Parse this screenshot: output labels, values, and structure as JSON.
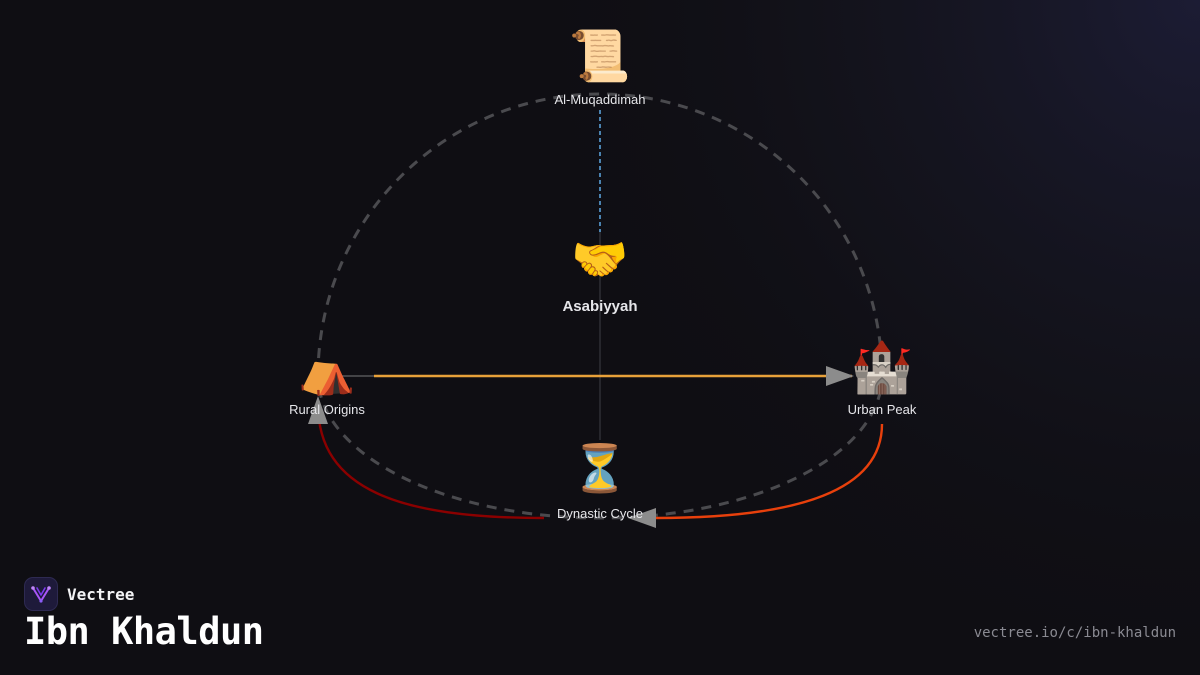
{
  "diagram": {
    "nodes": {
      "top": {
        "emoji": "📜",
        "label": "Al-Muqaddimah"
      },
      "center": {
        "emoji": "🤝",
        "label": "Asabiyyah"
      },
      "left": {
        "emoji": "⛺",
        "label": "Rural Origins"
      },
      "right": {
        "emoji": "🏰",
        "label": "Urban Peak"
      },
      "bottom": {
        "emoji": "⏳",
        "label": "Dynastic Cycle"
      }
    },
    "colors": {
      "connector_orange": "#e8a13a",
      "connector_blue": "#5aa0d8",
      "cycle_red": "#8b0000",
      "cycle_orange_red": "#e8400c",
      "dashed_ring": "#4a4a4e",
      "arrowhead": "#8c8c8c"
    }
  },
  "brand": {
    "name": "Vectree",
    "logo_icon": "vectree-tree-icon"
  },
  "title": "Ibn Khaldun",
  "url": "vectree.io/c/ibn-khaldun"
}
